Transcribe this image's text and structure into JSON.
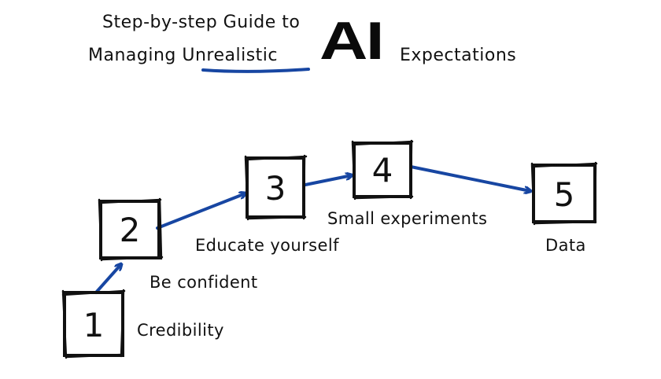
{
  "title": {
    "line1": "Step-by-step Guide to",
    "line2": "Managing Unrealistic",
    "emphasis": "AI",
    "line2_tail": "Expectations"
  },
  "colors": {
    "arrow": "#1746a2",
    "underline": "#1746a2",
    "ink": "#111111"
  },
  "steps": [
    {
      "number": "1",
      "label": "Credibility"
    },
    {
      "number": "2",
      "label": "Be confident"
    },
    {
      "number": "3",
      "label": "Educate yourself"
    },
    {
      "number": "4",
      "label": "Small experiments"
    },
    {
      "number": "5",
      "label": "Data"
    }
  ]
}
